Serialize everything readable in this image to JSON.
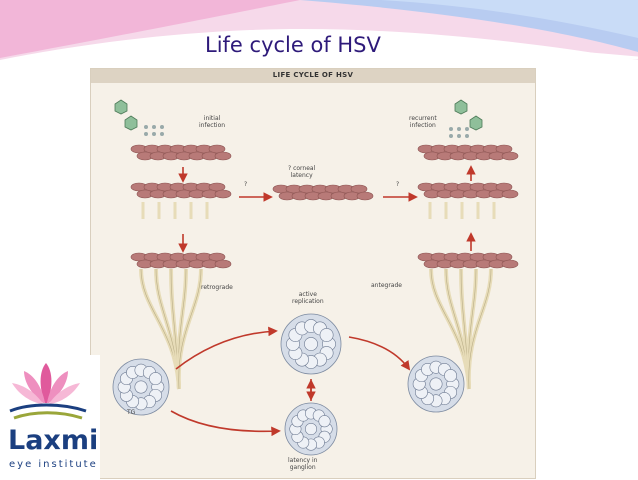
{
  "slide": {
    "title": "Life cycle of HSV"
  },
  "figure": {
    "header": "LIFE CYCLE OF HSV",
    "labels": {
      "initial_infection": "initial\ninfection",
      "recurrent_infection": "recurrent\ninfection",
      "corneal_latency": "? corneal\nlatency",
      "question_left": "?",
      "question_right": "?",
      "retrograde": "retrograde",
      "antegrade": "antegrade",
      "active_replication": "active\nreplication",
      "tg": "TG",
      "latency_in_ganglion": "latency in\nganglion"
    }
  },
  "logo": {
    "name": "Laxmi",
    "tagline": "eye institute"
  },
  "colors": {
    "title": "#2e1a7a",
    "cell": "#b87a78",
    "arrow": "#c0392b",
    "banner_pink": "#f2b6d8",
    "banner_blue": "#a9c8f2",
    "logo_blue": "#1b3f80"
  }
}
